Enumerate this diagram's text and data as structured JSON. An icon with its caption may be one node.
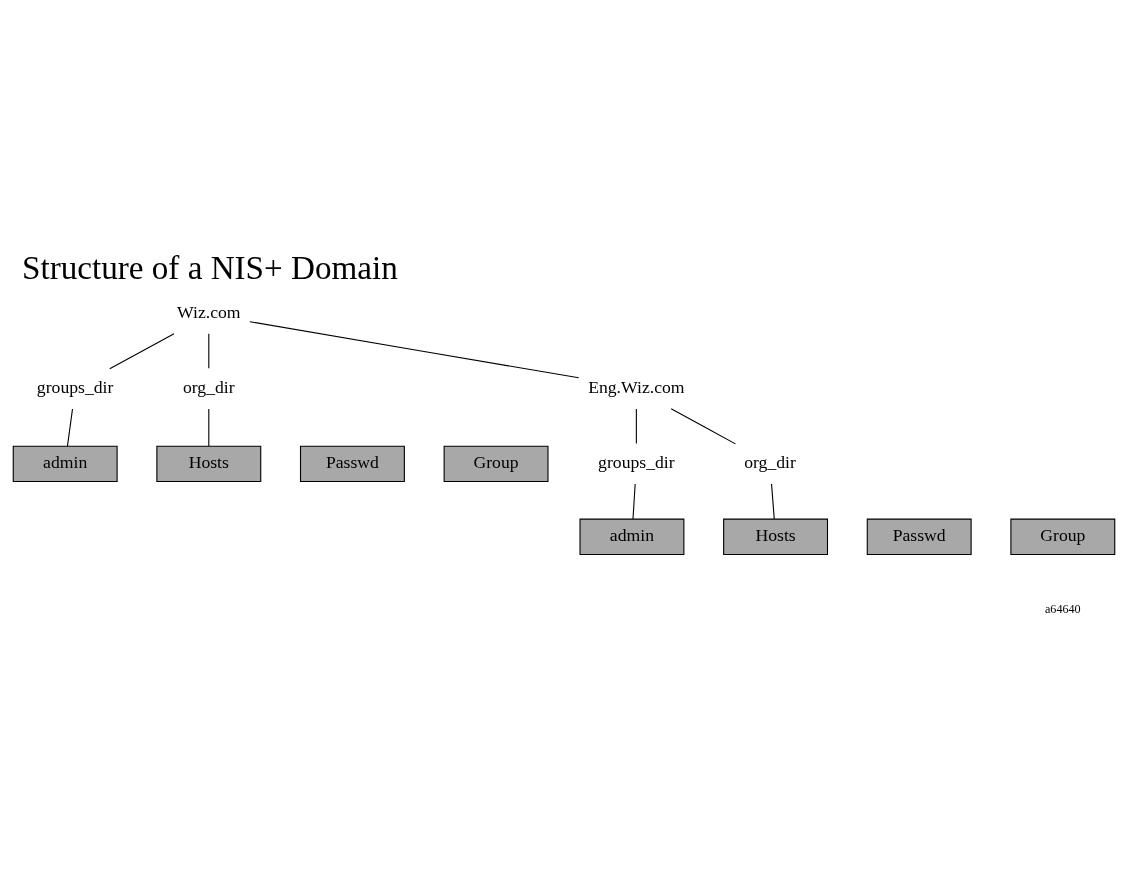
{
  "diagram": {
    "title": "Structure of a NIS+ Domain",
    "nodes": [
      {
        "text": [
          "Wiz.com"
        ]
      },
      {
        "text": [
          "groups_dir"
        ]
      },
      {
        "text": [
          "org_dir"
        ]
      },
      {
        "text": [
          "Eng.Wiz.com"
        ]
      },
      {
        "text": [
          "admin"
        ]
      },
      {
        "text": [
          "Hosts"
        ]
      },
      {
        "text": [
          "Passwd"
        ]
      },
      {
        "text": [
          "Group"
        ]
      },
      {
        "text": [
          "groups_dir"
        ]
      },
      {
        "text": [
          "org_dir"
        ]
      },
      {
        "text": [
          "admin"
        ]
      },
      {
        "text": [
          "Hosts"
        ]
      },
      {
        "text": [
          "Passwd"
        ]
      },
      {
        "text": [
          "Group"
        ]
      }
    ],
    "edges": [
      {
        "from": 0,
        "to": 1,
        "arrow": "none"
      },
      {
        "from": 0,
        "to": 2,
        "arrow": "none"
      },
      {
        "from": 0,
        "to": 3,
        "arrow": "none"
      },
      {
        "from": 1,
        "to": 4,
        "arrow": "none"
      },
      {
        "from": 2,
        "to": 5,
        "arrow": "none"
      },
      {
        "from": 3,
        "to": 8,
        "arrow": "none"
      },
      {
        "from": 3,
        "to": 9,
        "arrow": "none"
      },
      {
        "from": 8,
        "to": 10,
        "arrow": "none"
      },
      {
        "from": 9,
        "to": 11,
        "arrow": "none"
      }
    ],
    "labels": [
      "a64640"
    ]
  }
}
